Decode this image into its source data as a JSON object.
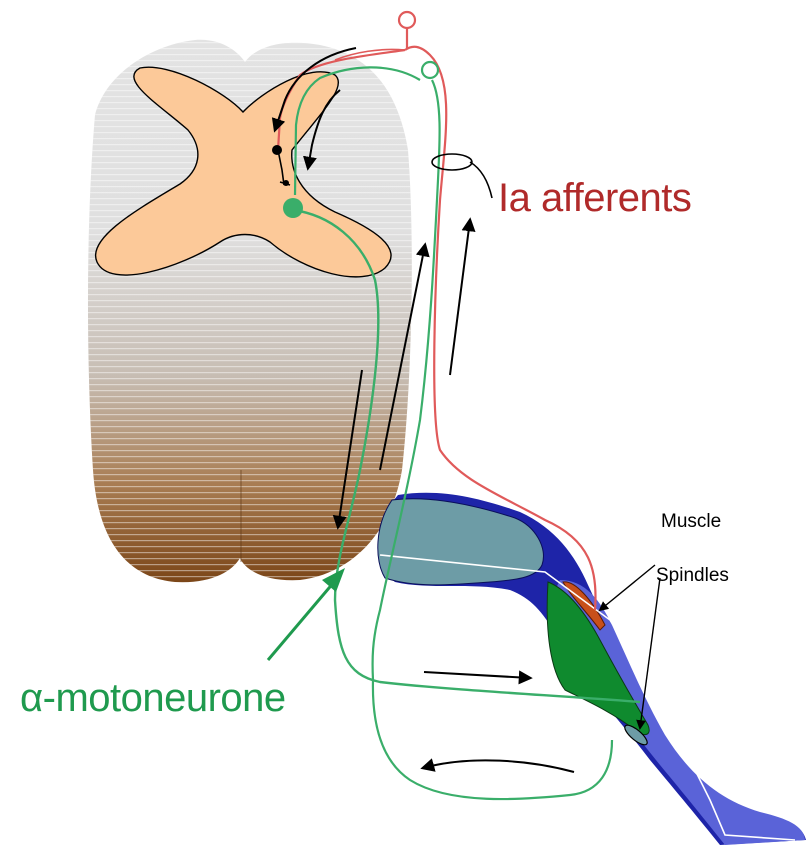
{
  "labels": {
    "ia_afferents": "Ia afferents",
    "muscle": "Muscle",
    "spindles": "Spindles",
    "alpha_motoneurone": "α-motoneurone"
  },
  "colors": {
    "ia_afferent": "#e05a5a",
    "ia_label": "#b02a2a",
    "motoneurone": "#3aae6a",
    "motoneurone_label": "#1f9a4e",
    "grey_matter": "#fcc999",
    "spinal_cord_top": "#e3e3e3",
    "spinal_cord_bottom": "#8a5320",
    "muscle_sheath": "#1e24a8",
    "muscle_blue": "#5a63d8",
    "muscle_grey": "#6d9ca6",
    "muscle_green": "#0f8a2e",
    "spindle_red": "#c8501a",
    "arrow": "#000000",
    "label_text": "#000000"
  },
  "icons": [
    "spinal-cord-cross-section",
    "muscle",
    "muscle-spindle",
    "synapse",
    "motoneurone-soma",
    "flow-arrow"
  ]
}
